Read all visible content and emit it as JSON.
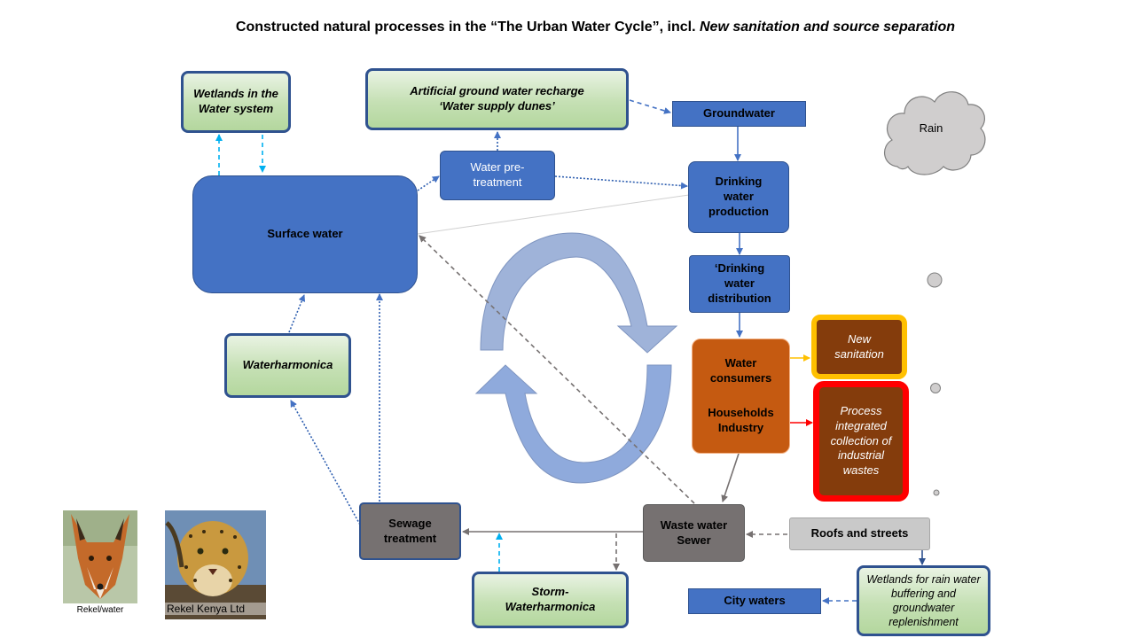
{
  "title": {
    "main": "Constructed natural processes in the “The Urban Water Cycle”, incl. ",
    "italic": "New sanitation and source separation"
  },
  "nodes": {
    "wetlands_water_system": "Wetlands in the Water system",
    "artificial_recharge": [
      "Artificial ground water recharge",
      "‘Water supply dunes’"
    ],
    "groundwater": "Groundwater",
    "rain": "Rain",
    "water_pretreatment": "Water pre-treatment",
    "surface_water": "Surface water",
    "drinking_water_production": "Drinking water production",
    "drinking_water_distribution": "‘Drinking water distribution",
    "waterharmonica": "Waterharmonica",
    "water_consumers": "Water consumers",
    "households_industry": "Households Industry",
    "new_sanitation": "New sanitation",
    "process_integrated": "Process integrated collection of industrial wastes",
    "sewage_treatment": "Sewage treatment",
    "waste_water_sewer": "Waste water Sewer",
    "roofs_streets": "Roofs and streets",
    "storm_waterharmonica": "Storm-Waterharmonica",
    "wetlands_rain": "Wetlands for rain water buffering and groundwater replenishment",
    "city_waters": "City waters"
  },
  "photos": {
    "fox_caption": "Rekel/water",
    "leopard_caption": "Rekel Kenya Ltd"
  },
  "colors": {
    "node_blue": "#4472c4",
    "border_blue": "#2f528f",
    "green_fill": "#c5e0b4",
    "sewer_grey": "#767171",
    "consumer_orange": "#c55a11",
    "waste_brown": "#843c0c",
    "new_sanitation_frame": "#ffc000",
    "industrial_frame": "#ff0000",
    "cycle_arrow": "#8faadc",
    "dashed_cyan": "#00b0f0"
  }
}
